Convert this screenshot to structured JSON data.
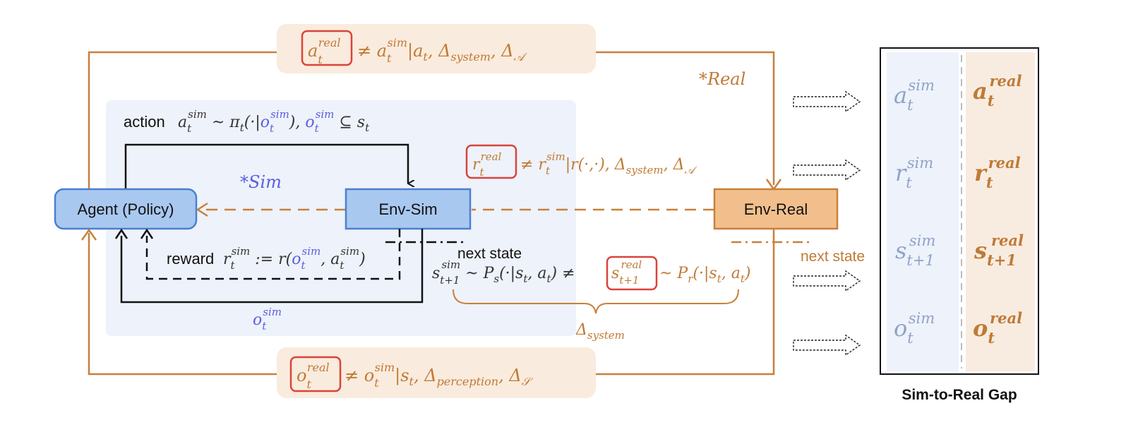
{
  "colors": {
    "orange": "#c8803a",
    "orange_text": "#c07a36",
    "blue_text": "#5b5ee0",
    "red_box": "#d9443b",
    "agent_fill": "#a9c8f0",
    "agent_stroke": "#4a7fd0",
    "envsim_fill": "#a9c8f0",
    "envreal_fill": "#f2bf8c",
    "envreal_stroke": "#c8803a",
    "sim_panel": "#eef2fa",
    "real_panel": "#f8ece1",
    "pill": "#f9ebdd",
    "gray_text": "#8fa3c8"
  },
  "nodes": {
    "agent": "Agent (Policy)",
    "env_sim": "Env-Sim",
    "env_real": "Env-Real"
  },
  "labels": {
    "real_tag": "*Real",
    "sim_tag": "*Sim",
    "action_word": "action",
    "reward_word": "reward",
    "next_state": "next state",
    "next_state_right": "next state",
    "gap_title": "Sim-to-Real Gap"
  },
  "formulas": {
    "top_pill_rest": "≠ a_t^sim | a_t, Δ_system, Δ_𝒜",
    "top_pill_boxed": "a_t^real",
    "action": "a_t^sim ~ π_t(·|o_t^sim), o_t^sim ⊆ s_t",
    "reward_gap_boxed": "r_t^real",
    "reward_gap_rest": "≠ r_t^sim | r(·,·), Δ_system, Δ_𝒜",
    "reward_def": "r_t^sim := r(o_t^sim, a_t^sim)",
    "next_state_sim": "s_t+1^sim ~ P_s(·|s_t, a_t) ≠",
    "next_state_real_boxed": "s_t+1^real",
    "next_state_real_rest": "~ P_r(·|s_t, a_t)",
    "obs_label": "o_t^sim",
    "delta_system": "Δ_system",
    "bottom_pill_boxed": "o_t^real",
    "bottom_pill_rest": "≠ o_t^sim | s_t, Δ_perception, Δ_𝒮"
  },
  "gap_table": {
    "sim": [
      "a_t^sim",
      "r_t^sim",
      "s_t+1^sim",
      "o_t^sim"
    ],
    "real": [
      "a_t^real",
      "r_t^real",
      "s_t+1^real",
      "o_t^real"
    ]
  }
}
